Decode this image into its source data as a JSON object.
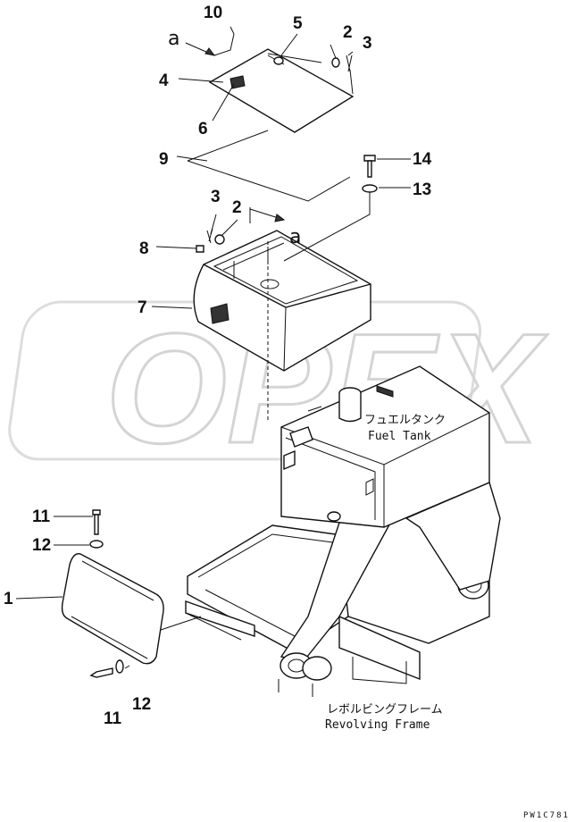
{
  "diagram": {
    "reference_marks": [
      "a",
      "a"
    ],
    "callouts": [
      "10",
      "5",
      "2",
      "3",
      "4",
      "6",
      "9",
      "14",
      "13",
      "3",
      "2",
      "8",
      "7",
      "11",
      "12",
      "1",
      "11",
      "12"
    ],
    "labels": {
      "fuel_tank_jp": "フュエルタンク",
      "fuel_tank_en": "Fuel Tank",
      "revolving_frame_jp": "レボルビングフレーム",
      "revolving_frame_en": "Revolving Frame"
    },
    "drawing_code": "PW1C781",
    "watermark": "OPEX"
  }
}
